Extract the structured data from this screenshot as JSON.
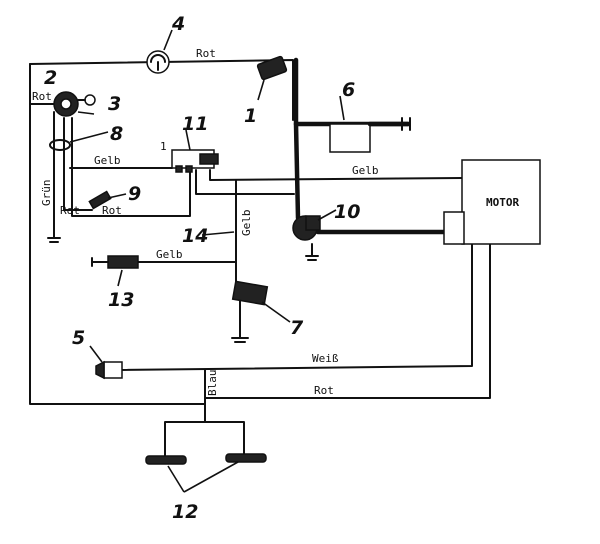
{
  "motor": {
    "label": "MOTOR"
  },
  "component_numbers": {
    "n1": "1",
    "n2": "2",
    "n3": "3",
    "n4": "4",
    "n5": "5",
    "n6": "6",
    "n7": "7",
    "n8": "8",
    "n9": "9",
    "n10": "10",
    "n11": "11",
    "n12": "12",
    "n13": "13",
    "n14": "14",
    "n11_small": "1"
  },
  "wire_labels": {
    "rot_top": "Rot",
    "rot_left": "Rot",
    "gelb_11": "Gelb",
    "gelb_6": "Gelb",
    "gelb_vertical": "Gelb",
    "gelb_13": "Gelb",
    "gruen": "Grün",
    "rot_9a": "Rot",
    "rot_9b": "Rot",
    "weiss": "Weiß",
    "blau": "Blau",
    "rot_bottom": "Rot"
  }
}
